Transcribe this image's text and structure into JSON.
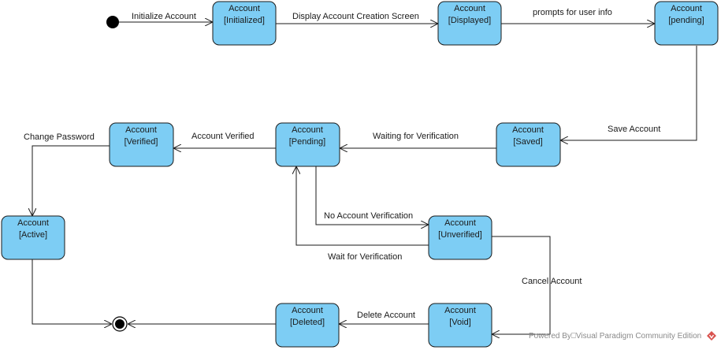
{
  "diagram": {
    "states": {
      "initialized": {
        "name": "Account",
        "state": "[Initialized]"
      },
      "displayed": {
        "name": "Account",
        "state": "[Displayed]"
      },
      "pending_top": {
        "name": "Account",
        "state": "[pending]"
      },
      "saved": {
        "name": "Account",
        "state": "[Saved]"
      },
      "pending": {
        "name": "Account",
        "state": "[Pending]"
      },
      "verified": {
        "name": "Account",
        "state": "[Verified]"
      },
      "active": {
        "name": "Account",
        "state": "[Active]"
      },
      "unverified": {
        "name": "Account",
        "state": "[Unverified]"
      },
      "void": {
        "name": "Account",
        "state": "[Void]"
      },
      "deleted": {
        "name": "Account",
        "state": "[Deleted]"
      }
    },
    "transitions": {
      "initialize": "Initialize Account",
      "display": "Display Account Creation Screen",
      "prompts": "prompts for user info",
      "save": "Save Account",
      "waiting": "Waiting for Verification",
      "verified": "Account Verified",
      "change_password": "Change Password",
      "no_verification": "No Account Verification",
      "wait": "Wait for Verification",
      "cancel": "Cancel Account",
      "delete": "Delete Account"
    }
  },
  "watermark": {
    "text": "Powered By⎕Visual Paradigm Community Edition"
  },
  "colors": {
    "state_fill": "#7dcdf4",
    "line": "#1a1a1a",
    "watermark": "#8a8a8a",
    "logo": "#d9534f"
  }
}
